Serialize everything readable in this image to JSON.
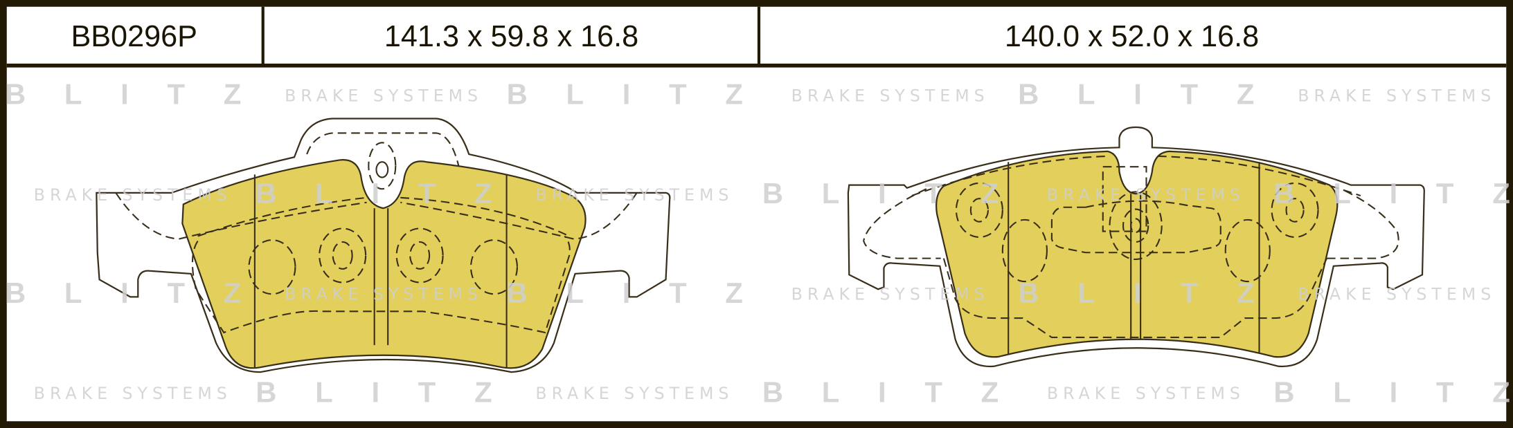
{
  "header": {
    "part_number": "BB0296P",
    "dimensions_left": "141.3 x 59.8 x 16.8",
    "dimensions_right": "140.0 x 52.0 x 16.8"
  },
  "watermark": {
    "brand": "BLITZ",
    "tagline": "BRAKE SYSTEMS"
  },
  "colors": {
    "border": "#231a05",
    "friction_material": "#e1cc4f",
    "watermark": "#d6d6d6"
  }
}
